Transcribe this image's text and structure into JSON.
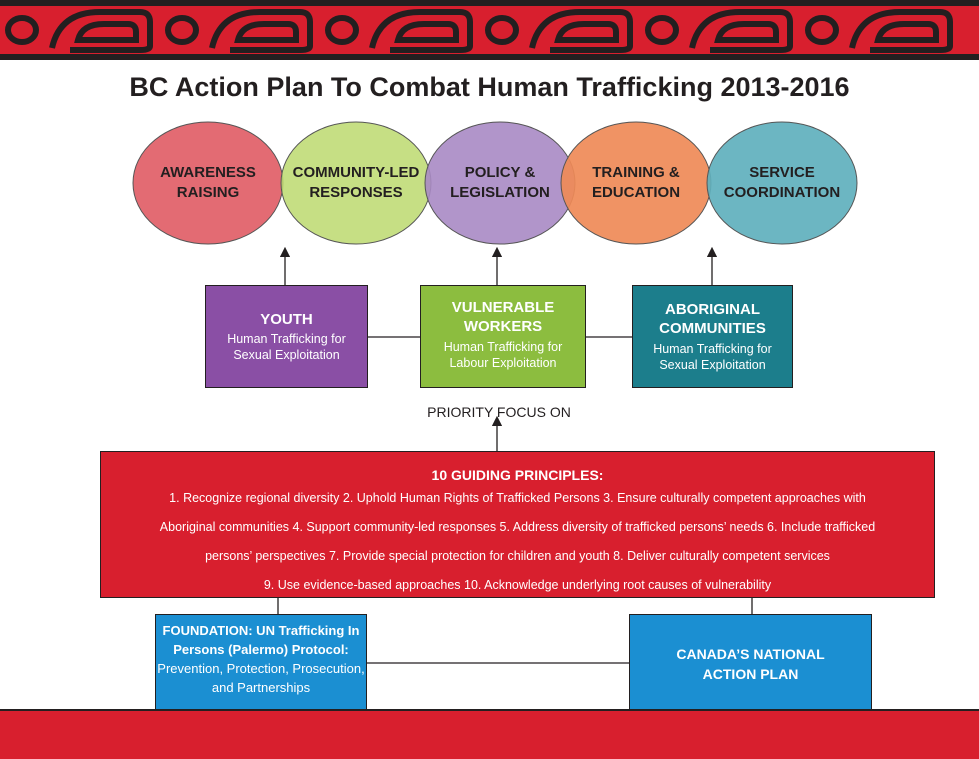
{
  "title": "BC Action Plan To Combat Human Trafficking 2013-2016",
  "colors": {
    "banner_red": "#d81f2e",
    "banner_ink": "#231f20",
    "circle_awareness": "#e2636b",
    "circle_community": "#bcd96e",
    "circle_policy": "#a98ac4",
    "circle_training": "#ef8a57",
    "circle_service": "#5fb0bd",
    "youth": "#8a4fa5",
    "workers": "#8cbd3f",
    "aboriginal": "#1c7e8c",
    "principles": "#d81f2e",
    "foundation": "#1b8fd2"
  },
  "circles": [
    {
      "line1": "AWARENESS",
      "line2": "RAISING"
    },
    {
      "line1": "COMMUNITY-LED",
      "line2": "RESPONSES"
    },
    {
      "line1": "POLICY &",
      "line2": "LEGISLATION"
    },
    {
      "line1": "TRAINING &",
      "line2": "EDUCATION"
    },
    {
      "line1": "SERVICE",
      "line2": "COORDINATION"
    }
  ],
  "focus": {
    "youth": {
      "title": "YOUTH",
      "sub1": "Human Trafficking for",
      "sub2": "Sexual Exploitation"
    },
    "workers": {
      "title1": "VULNERABLE",
      "title2": "WORKERS",
      "sub1": "Human Trafficking for",
      "sub2": "Labour Exploitation"
    },
    "aboriginal": {
      "title1": "ABORIGINAL",
      "title2": "COMMUNITIES",
      "sub1": "Human Trafficking for",
      "sub2": "Sexual Exploitation"
    }
  },
  "priority_label": "PRIORITY FOCUS ON",
  "principles": {
    "title": "10 GUIDING PRINCIPLES:",
    "lines": [
      "1. Recognize regional diversity 2. Uphold Human Rights of Trafficked Persons 3. Ensure culturally competent approaches with",
      "Aboriginal communities 4. Support community-led responses 5. Address diversity of  trafficked persons’ needs  6. Include trafficked",
      "persons’ perspectives 7. Provide special protection  for children and youth 8. Deliver culturally competent services",
      "9. Use evidence-based approaches 10. Acknowledge underlying  root causes of vulnerability"
    ]
  },
  "foundation": {
    "label": "FOUNDATION:",
    "line1_rest": " UN Trafficking In",
    "line2": "Persons (Palermo) Protocol:",
    "line3": "Prevention, Protection, Prosecution,",
    "line4": "and Partnerships"
  },
  "canada": {
    "line1": "CANADA’S NATIONAL",
    "line2": "ACTION PLAN"
  }
}
